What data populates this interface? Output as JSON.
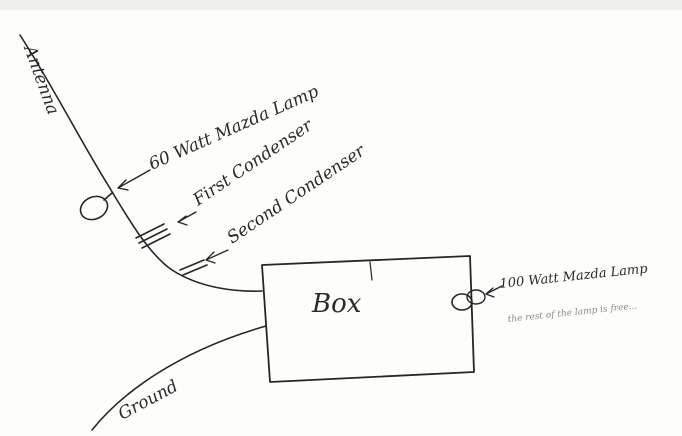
{
  "labels": {
    "antenna": "Antenna",
    "lamp_60": "60 Watt Mazda Lamp",
    "first_condenser": "First Condenser",
    "second_condenser": "Second Condenser",
    "box": "Box",
    "lamp_100": "100 Watt Mazda Lamp",
    "lamp_100_note": "the rest of the lamp is free...",
    "ground": "Ground"
  },
  "colors": {
    "ink": "#262626",
    "paper": "#fdfdfb"
  }
}
